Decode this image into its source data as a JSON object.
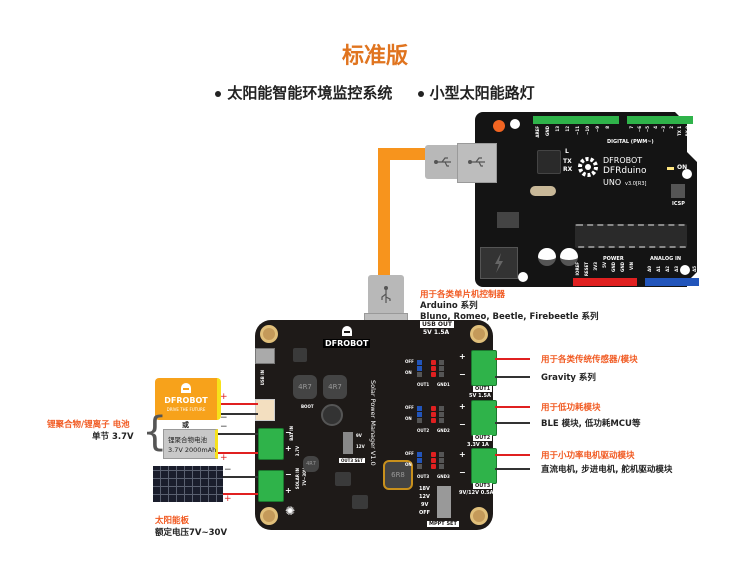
{
  "header": {
    "title": "标准版",
    "bullets": [
      "太阳能智能环境监控系统",
      "小型太阳能路灯"
    ]
  },
  "arduino": {
    "brand": "DFROBOT",
    "name": "DFRduino",
    "model": "UNO",
    "version": "v3.0[R3]",
    "digital_label": "DIGITAL (PWM~)",
    "power_label": "POWER",
    "analog_label": "ANALOG IN",
    "icsp_label": "ICSP",
    "on_label": "ON",
    "leds": [
      "L",
      "TX",
      "RX"
    ],
    "digital_pins": [
      "AREF",
      "GND",
      "13",
      "12",
      "~11",
      "~10",
      "~9",
      "8",
      "7",
      "~6",
      "~5",
      "4",
      "~3",
      "2",
      "TX 1",
      "RX 0"
    ],
    "power_pins": [
      "IOREF",
      "RESET",
      "3V3",
      "5V",
      "GND",
      "GND",
      "VIN"
    ],
    "analog_pins": [
      "A0",
      "A1",
      "A2",
      "A3",
      "A4",
      "A5"
    ]
  },
  "controller_note": {
    "title": "用于各类单片机控制器",
    "line1": "Arduino 系列",
    "line2": "Bluno, Romeo, Beetle, Firebeetle 系列"
  },
  "board": {
    "brand": "DFROBOT",
    "name": "Solar Power Manager V1.0",
    "usb_out": "USB OUT",
    "usb_out_spec": "5V 1.5A",
    "outputs": [
      {
        "label": "OUT1",
        "spec": "5V 1.5A",
        "pin_label": "OUT1",
        "gnd": "GND1"
      },
      {
        "label": "OUT2",
        "spec": "3.3V 1A",
        "pin_label": "OUT2",
        "gnd": "GND2"
      },
      {
        "label": "OUT3",
        "spec": "9V/12V 0.5A",
        "pin_label": "OUT3",
        "gnd": "GND3"
      }
    ],
    "off_label": "OFF",
    "on_label": "ON",
    "usb_in": "USB IN",
    "bat_in": "BAT IN",
    "bat_v": "3.7V",
    "solar_in": "SOLAR IN",
    "solar_v": "7V~30V",
    "boot": "BOOT",
    "inductor": "4R7",
    "inductor_big": "6R8",
    "out3_set": "OUT3 SET",
    "out3_opts": [
      "9V",
      "12V"
    ],
    "mppt_set": "MPPT SET",
    "mppt_opts": [
      "18V",
      "12V",
      "9V",
      "OFF"
    ]
  },
  "right_notes": [
    {
      "orange": "用于各类传统传感器/模块",
      "black": "Gravity 系列"
    },
    {
      "orange": "用于低功耗模块",
      "black": "BLE 模块, 低功耗MCU等"
    },
    {
      "orange": "用于小功率电机驱动模块",
      "black": "直流电机, 步进电机, 舵机驱动模块"
    }
  ],
  "battery": {
    "note_orange": "锂聚合物/锂离子 电池",
    "note_black": "单节 3.7V",
    "brand": "DFROBOT",
    "tagline": "DRIVE THE FUTURE",
    "or": "或",
    "alt_name": "锂聚合物电池",
    "alt_spec": "3.7V 2000mAh"
  },
  "solar_panel": {
    "title": "太阳能板",
    "spec": "额定电压7V~30V"
  },
  "polarity": {
    "plus": "+",
    "minus": "−"
  },
  "colors": {
    "accent": "#e0741f",
    "label_orange": "#f15a22",
    "board": "#1e1a18",
    "terminal_green": "#2fb34a",
    "cable_orange": "#f7941d",
    "battery_orange": "#f7a21b"
  }
}
